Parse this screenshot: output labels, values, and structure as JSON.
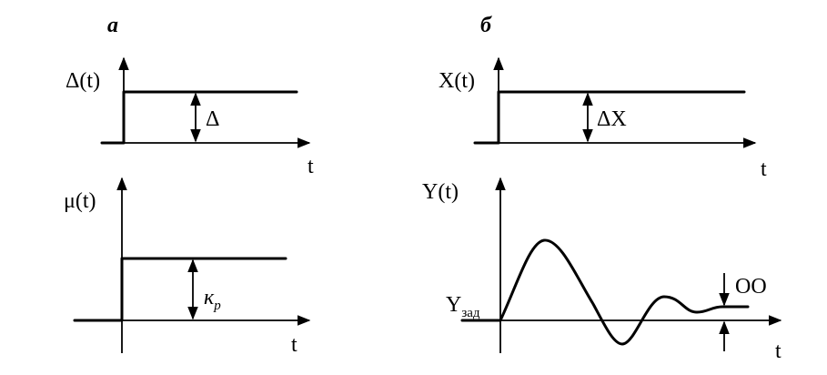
{
  "panels": {
    "a": {
      "label": "а",
      "top_ylabel": "Δ(t)",
      "top_xlabel": "t",
      "top_dim": "Δ",
      "bottom_ylabel": "μ(t)",
      "bottom_xlabel": "t",
      "bottom_dim_main": "к",
      "bottom_dim_sub": "р"
    },
    "b": {
      "label": "б",
      "top_ylabel": "X(t)",
      "top_xlabel": "t",
      "top_dim": "ΔX",
      "bottom_ylabel": "Y(t)",
      "bottom_xlabel": "t",
      "setpoint_main": "Y",
      "setpoint_sub": "зад",
      "overshoot_label": "ОО"
    }
  },
  "colors": {
    "line": "#000000",
    "background": "#ffffff"
  }
}
